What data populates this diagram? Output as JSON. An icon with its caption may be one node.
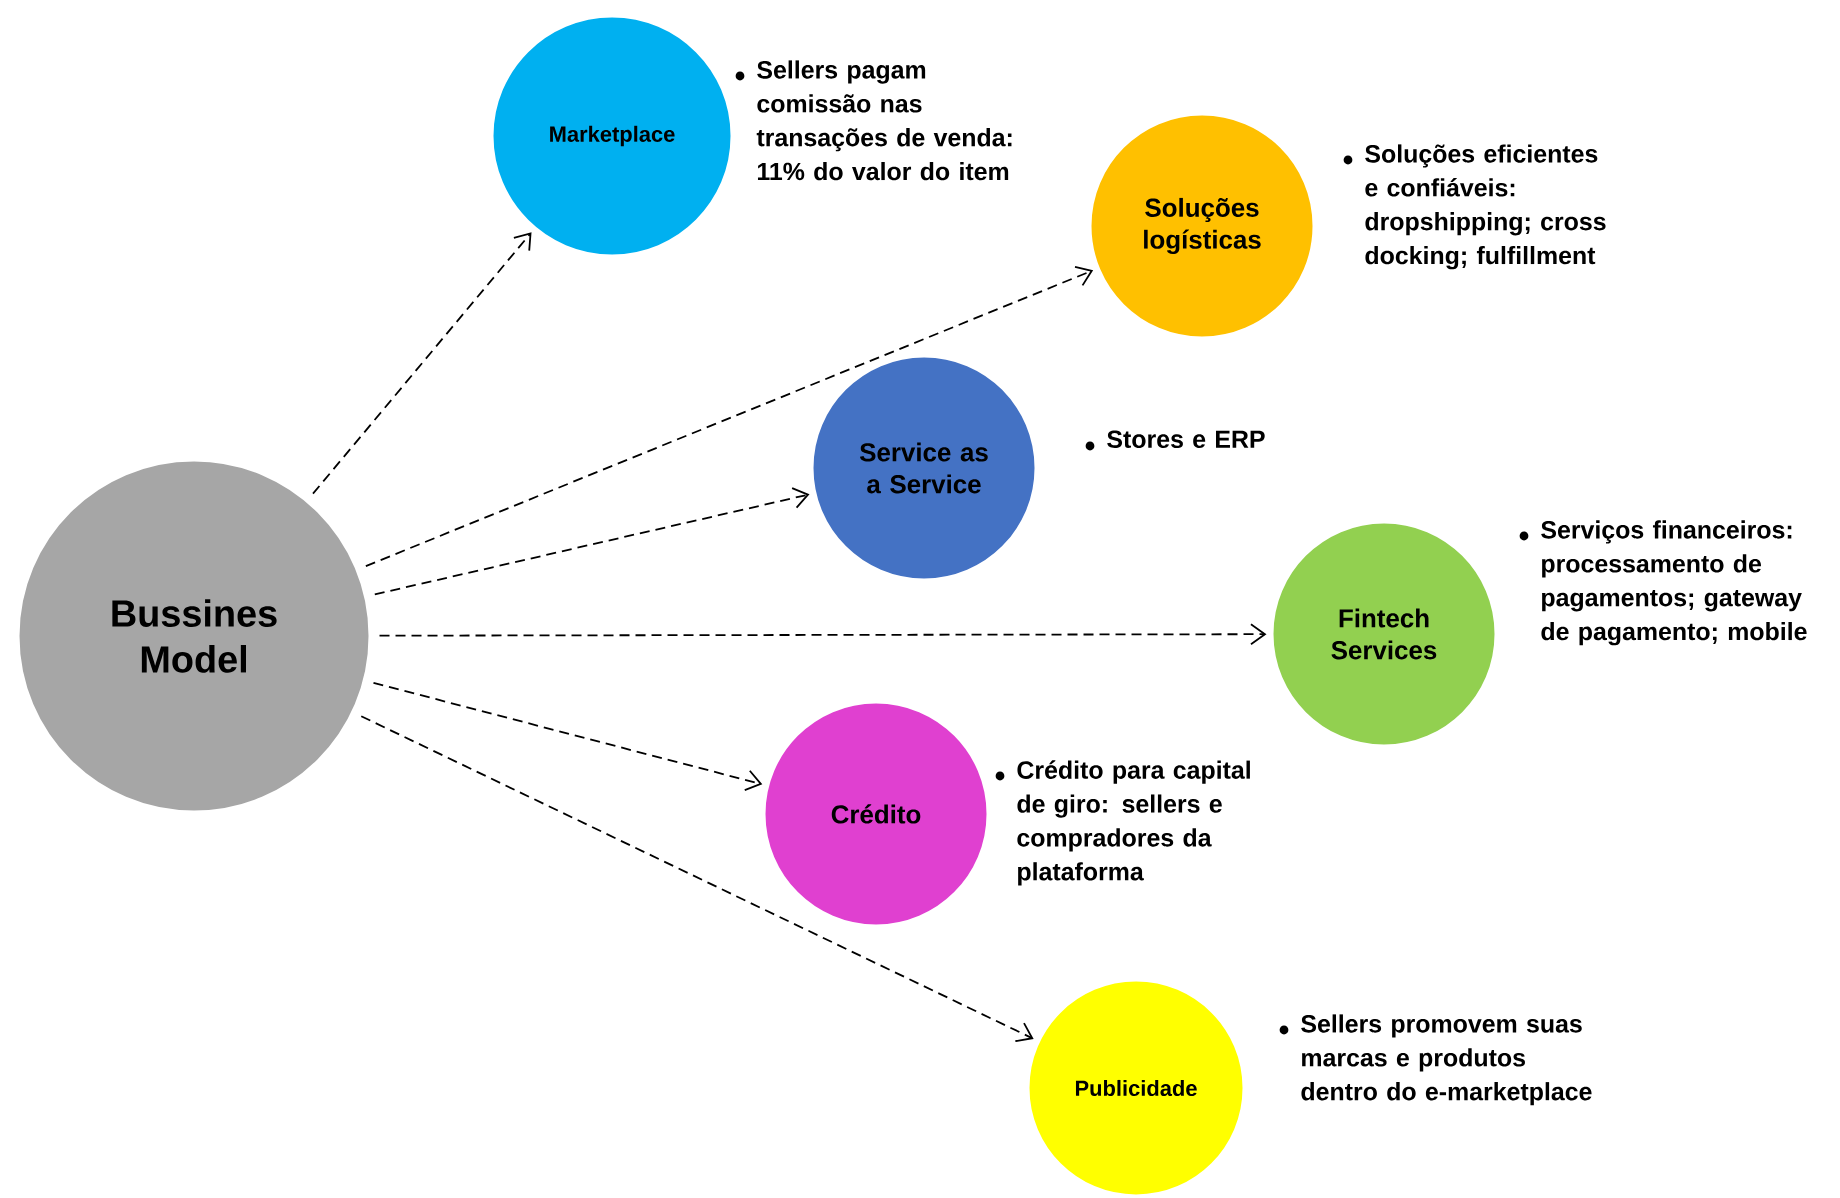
{
  "diagram": {
    "nodes": [
      {
        "text": [
          "Bussines Model"
        ]
      },
      {
        "text": [
          "Marketplace"
        ],
        "beside": [
          "Sellers pagam comissão nas transações de venda: 11% do valor do item"
        ]
      },
      {
        "text": [
          "Soluções logísticas"
        ],
        "beside": [
          "Soluções eficientes e confiáveis: dropshipping; cross docking; fulfillment"
        ]
      },
      {
        "text": [
          "Service as a Service"
        ],
        "beside": [
          "Stores e ERP"
        ]
      },
      {
        "text": [
          "Fintech Services"
        ],
        "beside": [
          "Serviços financeiros: processamento de pagamentos; gateway de pagamento; mobile"
        ]
      },
      {
        "text": [
          "Crédito"
        ],
        "beside": [
          "Crédito para capital de giro: sellers e compradores da plataforma"
        ]
      },
      {
        "text": [
          "Publicidade"
        ],
        "beside": [
          "Sellers promovem suas marcas e produtos dentro do e-marketplace"
        ]
      }
    ],
    "edges": [
      {
        "from": 0,
        "to": 1,
        "arrow": "to",
        "style": "dashed"
      },
      {
        "from": 0,
        "to": 2,
        "arrow": "to",
        "style": "dashed"
      },
      {
        "from": 0,
        "to": 3,
        "arrow": "to",
        "style": "dashed"
      },
      {
        "from": 0,
        "to": 4,
        "arrow": "to",
        "style": "dashed"
      },
      {
        "from": 0,
        "to": 5,
        "arrow": "to",
        "style": "dashed"
      },
      {
        "from": 0,
        "to": 6,
        "arrow": "to",
        "style": "dashed"
      }
    ]
  }
}
